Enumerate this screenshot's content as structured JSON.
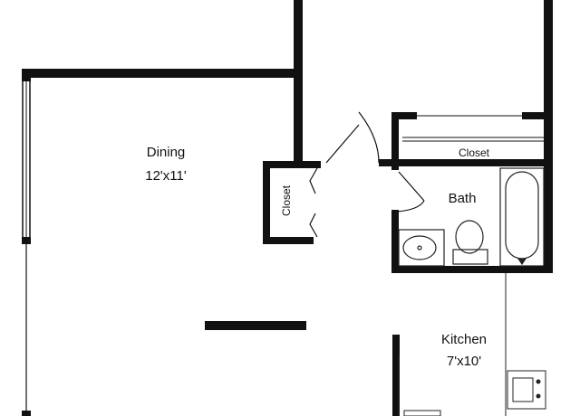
{
  "rooms": {
    "dining": {
      "name": "Dining",
      "dimensions": "12'x11'"
    },
    "bath": {
      "name": "Bath"
    },
    "kitchen": {
      "name": "Kitchen",
      "dimensions": "7'x10'"
    }
  },
  "closets": {
    "bath_closet": {
      "label": "Closet"
    },
    "dining_closet": {
      "label": "Closet"
    }
  },
  "colors": {
    "wall": "#111111",
    "fixture": "#222222",
    "background": "#ffffff"
  }
}
